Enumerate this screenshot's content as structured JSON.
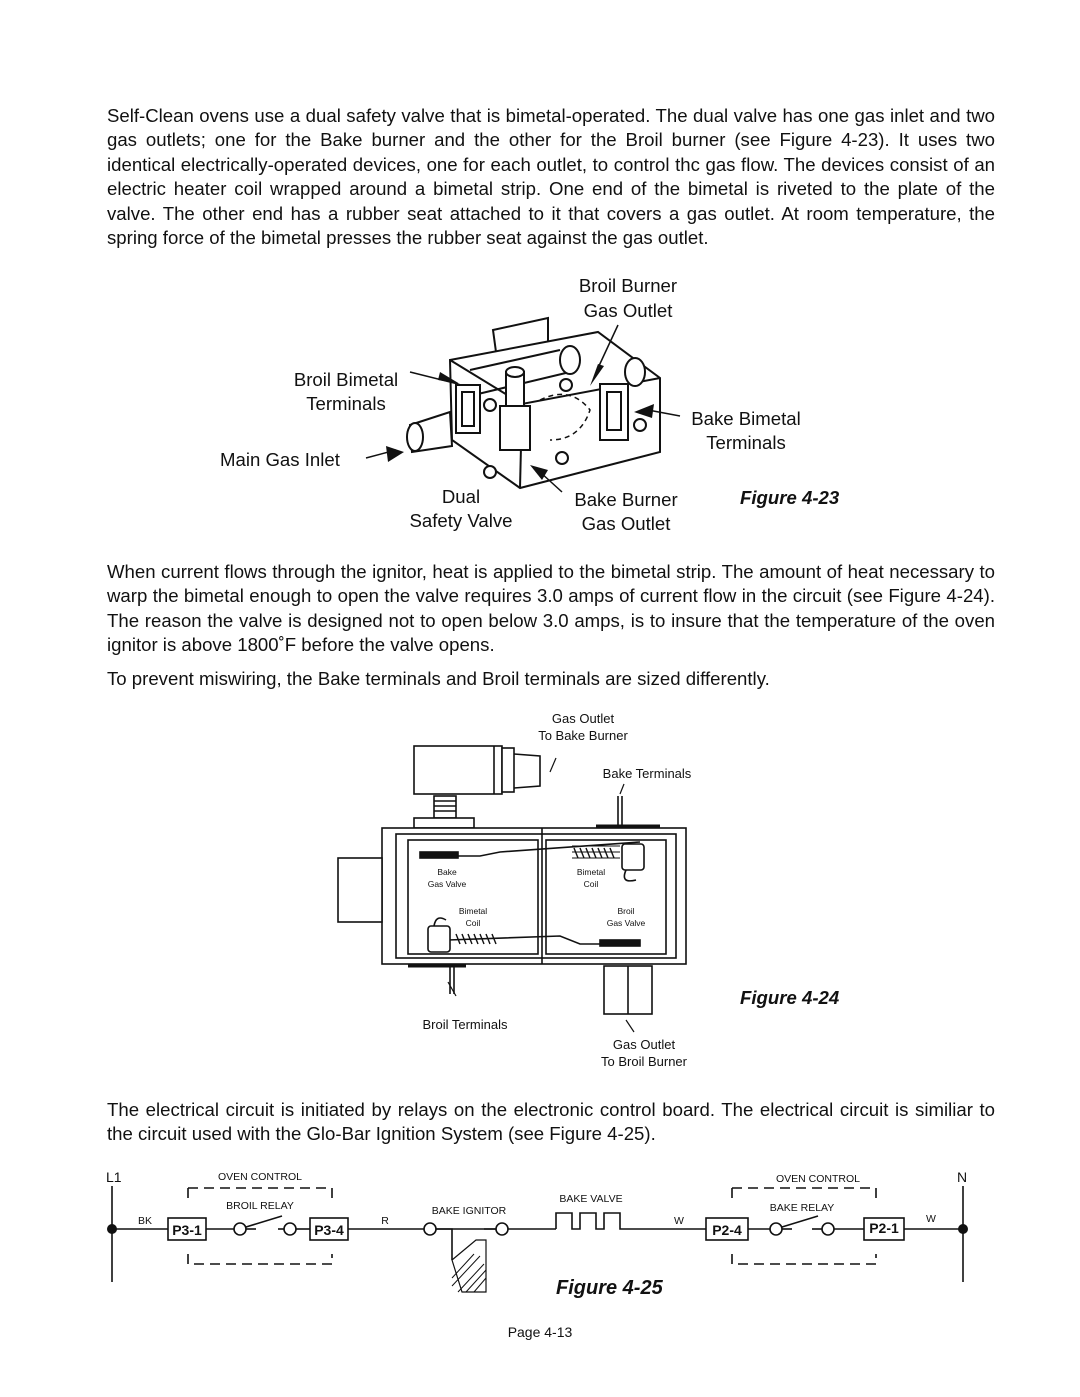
{
  "paragraphs": {
    "p1": "Self-Clean ovens use a dual safety valve that is bimetal-operated. The dual valve has one gas inlet and two gas outlets; one for the Bake burner and the other for the Broil burner (see Figure 4-23). It uses two identical electrically-operated devices, one for each outlet, to control thc gas flow. The devices consist of an electric heater coil wrapped around a bimetal strip. One end of the bimetal is riveted to the plate of the valve. The other end has a rubber seat attached to it that covers a gas outlet. At room temperature, the spring force of the bimetal presses the rubber seat against the gas outlet.",
    "p2": "When current flows through the ignitor, heat is applied to the bimetal strip. The amount of heat necessary to warp the bimetal enough to open the valve requires 3.0 amps of current flow in the circuit (see Figure 4-24). The reason the valve is designed not to open below 3.0 amps, is to insure that the temperature of the oven ignitor is above 1800˚F before the valve opens.",
    "p3": "To prevent miswiring, the Bake terminals and Broil terminals are sized differently.",
    "p4": "The electrical circuit is initiated by relays on the electronic control board. The electrical circuit is similiar to the circuit used with the Glo-Bar Ignition System (see Figure 4-25)."
  },
  "figure_23": {
    "caption": "Figure 4-23",
    "labels": {
      "broil_burner_1": "Broil Burner",
      "broil_burner_2": "Gas Outlet",
      "broil_bimetal_1": "Broil Bimetal",
      "broil_bimetal_2": "Terminals",
      "main_gas_inlet": "Main Gas Inlet",
      "bake_bimetal_1": "Bake Bimetal",
      "bake_bimetal_2": "Terminals",
      "dual_1": "Dual",
      "dual_2": "Safety Valve",
      "bake_burner_1": "Bake Burner",
      "bake_burner_2": "Gas Outlet"
    }
  },
  "figure_24": {
    "caption": "Figure 4-24",
    "labels": {
      "outlet_bake_1": "Gas Outlet",
      "outlet_bake_2": "To Bake Burner",
      "bake_terminals": "Bake Terminals",
      "bake_valve_1": "Bake",
      "bake_valve_2": "Gas Valve",
      "bimetal_coil_top_1": "Bimetal",
      "bimetal_coil_top_2": "Coil",
      "bimetal_coil_bot_1": "Bimetal",
      "bimetal_coil_bot_2": "Coil",
      "broil_valve_1": "Broil",
      "broil_valve_2": "Gas Valve",
      "broil_terminals": "Broil Terminals",
      "outlet_broil_1": "Gas Outlet",
      "outlet_broil_2": "To Broil Burner"
    }
  },
  "figure_25": {
    "caption": "Figure 4-25",
    "labels": {
      "l1": "L1",
      "n": "N",
      "oven_control_left": "OVEN CONTROL",
      "oven_control_right": "OVEN CONTROL",
      "broil_relay": "BROIL RELAY",
      "bake_relay": "BAKE RELAY",
      "bake_ignitor": "BAKE IGNITOR",
      "bake_valve": "BAKE VALVE",
      "bk": "BK",
      "r": "R",
      "w1": "W",
      "w2": "W",
      "p3_1": "P3-1",
      "p3_4": "P3-4",
      "p2_4": "P2-4",
      "p2_1": "P2-1"
    }
  },
  "footer": {
    "page": "Page 4-13"
  }
}
